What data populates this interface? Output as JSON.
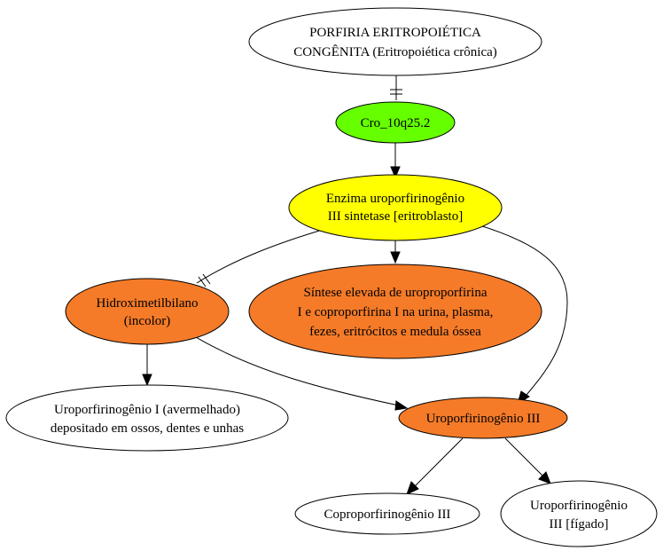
{
  "colors": {
    "green": "#66ff00",
    "yellow": "#ffff00",
    "orange": "#f57b29",
    "white": "#ffffff",
    "stroke": "#000000"
  },
  "nodes": {
    "porfiria": {
      "line1": "PORFIRIA ERITROPOIÉTICA",
      "line2": "CONGÊNITA (Eritropoiética crônica)"
    },
    "cro": {
      "line1": "Cro_10q25.2"
    },
    "enzima": {
      "line1": "Enzima uroporfirinogênio",
      "line2": "III sintetase [eritroblasto]"
    },
    "hidroxi": {
      "line1": "Hidroximetilbilano",
      "line2": "(incolor)"
    },
    "sintese": {
      "line1": "Síntese elevada de uroproporfirina",
      "line2": "I e coproporfirina I na urina, plasma,",
      "line3": "fezes, eritrócitos e medula óssea"
    },
    "uro1": {
      "line1": "Uroporfirinogênio I (avermelhado)",
      "line2": "depositado em ossos, dentes e unhas"
    },
    "uro3": {
      "line1": "Uroporfirinogênio III"
    },
    "copro3": {
      "line1": "Coproporfirinogênio III"
    },
    "uro3figado": {
      "line1": "Uroporfirinogênio",
      "line2": "III [fígado]"
    }
  }
}
